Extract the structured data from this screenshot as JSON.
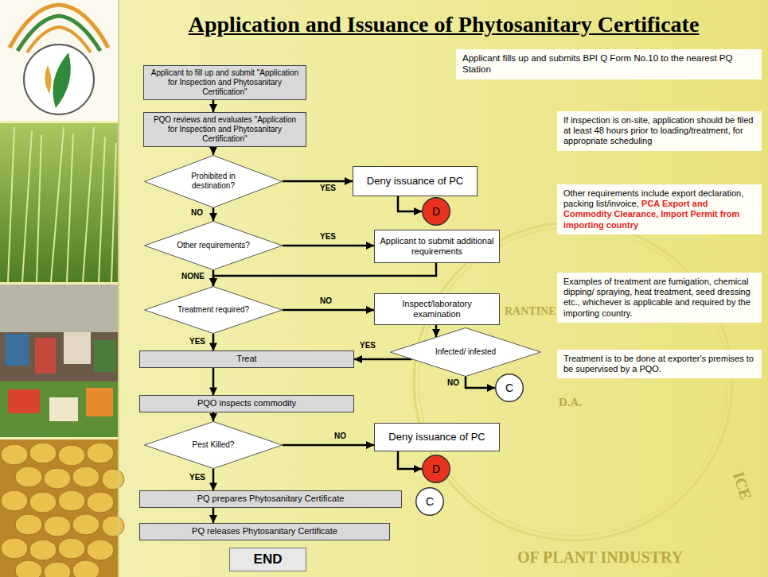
{
  "diagram": {
    "title": "Application and Issuance of Phytosanitary Certificate",
    "nodes": [
      {
        "text": [
          "Applicant to fill up and submit \"Application for Inspection and Phytosanitary Certification\""
        ]
      },
      {
        "text": [
          "PQO reviews and evaluates \"Application for Inspection and Phytosanitary Certification\""
        ]
      },
      {
        "text": [
          "Prohibited in destination?"
        ]
      },
      {
        "text": [
          "Deny issuance of PC"
        ]
      },
      {
        "text": [
          "D"
        ]
      },
      {
        "text": [
          "Other requirements?"
        ]
      },
      {
        "text": [
          "Applicant to submit additional requirements"
        ]
      },
      {
        "text": [
          "Treatment required?"
        ]
      },
      {
        "text": [
          "Inspect/laboratory examination"
        ]
      },
      {
        "text": [
          "Infected/ infested"
        ]
      },
      {
        "text": [
          "Treat"
        ]
      },
      {
        "text": [
          "C"
        ]
      },
      {
        "text": [
          "PQO inspects commodity"
        ]
      },
      {
        "text": [
          "Pest Killed?"
        ]
      },
      {
        "text": [
          "Deny issuance of PC"
        ]
      },
      {
        "text": [
          "D"
        ]
      },
      {
        "text": [
          "PQ prepares Phytosanitary Certificate"
        ]
      },
      {
        "text": [
          "C"
        ]
      },
      {
        "text": [
          "PQ releases Phytosanitary Certificate"
        ]
      },
      {
        "text": [
          "END"
        ]
      },
      {
        "text": [
          "Applicant fills up and submits BPI Q Form No.10 to the nearest PQ Station"
        ]
      },
      {
        "text": [
          "If inspection is on-site, application should be filed at least 48 hours prior to loading/treatment, for appropriate scheduling"
        ]
      },
      {
        "text": [
          "Other requirements include export declaration, packing list/invoice,",
          "PCA Export and Commodity Clearance, Import Permit from importing country"
        ]
      },
      {
        "text": [
          "Examples of treatment are fumigation, chemical dipping/ spraying, heat treatment, seed dressing etc., whichever is applicable and required by the importing country."
        ]
      },
      {
        "text": [
          "Treatment is to be done at exporter's premises to be supervised by a PQO."
        ]
      }
    ],
    "edges": [
      {
        "from": 0,
        "to": 1,
        "arrow": "to"
      },
      {
        "from": 1,
        "to": 2,
        "arrow": "to"
      },
      {
        "from": 2,
        "to": 3,
        "label": "YES",
        "arrow": "to"
      },
      {
        "from": 3,
        "to": 4,
        "arrow": "to"
      },
      {
        "from": 2,
        "to": 5,
        "label": "NO",
        "arrow": "to"
      },
      {
        "from": 5,
        "to": 6,
        "label": "YES",
        "arrow": "to"
      },
      {
        "from": 6,
        "to": 7,
        "arrow": "to"
      },
      {
        "from": 5,
        "to": 7,
        "label": "NONE",
        "arrow": "to"
      },
      {
        "from": 7,
        "to": 8,
        "label": "NO",
        "arrow": "to"
      },
      {
        "from": 8,
        "to": 9,
        "arrow": "to"
      },
      {
        "from": 9,
        "to": 10,
        "label": "YES",
        "arrow": "to"
      },
      {
        "from": 9,
        "to": 11,
        "label": "NO",
        "arrow": "to"
      },
      {
        "from": 7,
        "to": 10,
        "label": "YES",
        "arrow": "to"
      },
      {
        "from": 10,
        "to": 12,
        "arrow": "to"
      },
      {
        "from": 12,
        "to": 13,
        "arrow": "to"
      },
      {
        "from": 13,
        "to": 14,
        "label": "NO",
        "arrow": "to"
      },
      {
        "from": 14,
        "to": 15,
        "arrow": "to"
      },
      {
        "from": 13,
        "to": 16,
        "label": "YES",
        "arrow": "to"
      },
      {
        "from": 16,
        "to": 18,
        "arrow": "to"
      }
    ],
    "labels": [
      "RANTINE",
      "D.A.",
      "ICE",
      "OF PLANT INDUSTRY"
    ]
  }
}
